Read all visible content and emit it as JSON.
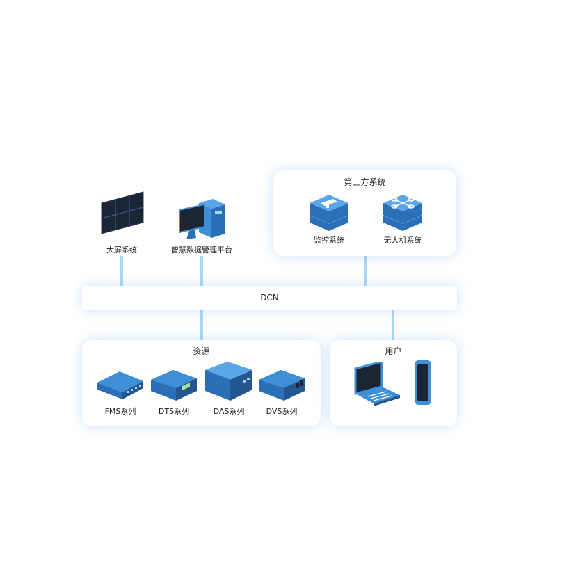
{
  "top_items": {
    "big_screen": "大屏系统",
    "platform": "智慧数据管理平台"
  },
  "third_party": {
    "title": "第三方系统",
    "monitor": "监控系统",
    "drone": "无人机系统"
  },
  "dcn": "DCN",
  "resources": {
    "title": "资源",
    "items": [
      "FMS系列",
      "DTS系列",
      "DAS系列",
      "DVS系列"
    ]
  },
  "users": {
    "title": "用户"
  },
  "colors": {
    "connector": "#a8d8f5",
    "device_blue": "#3e8fd6",
    "device_dark": "#26568f",
    "screen_dark": "#1c2536"
  }
}
